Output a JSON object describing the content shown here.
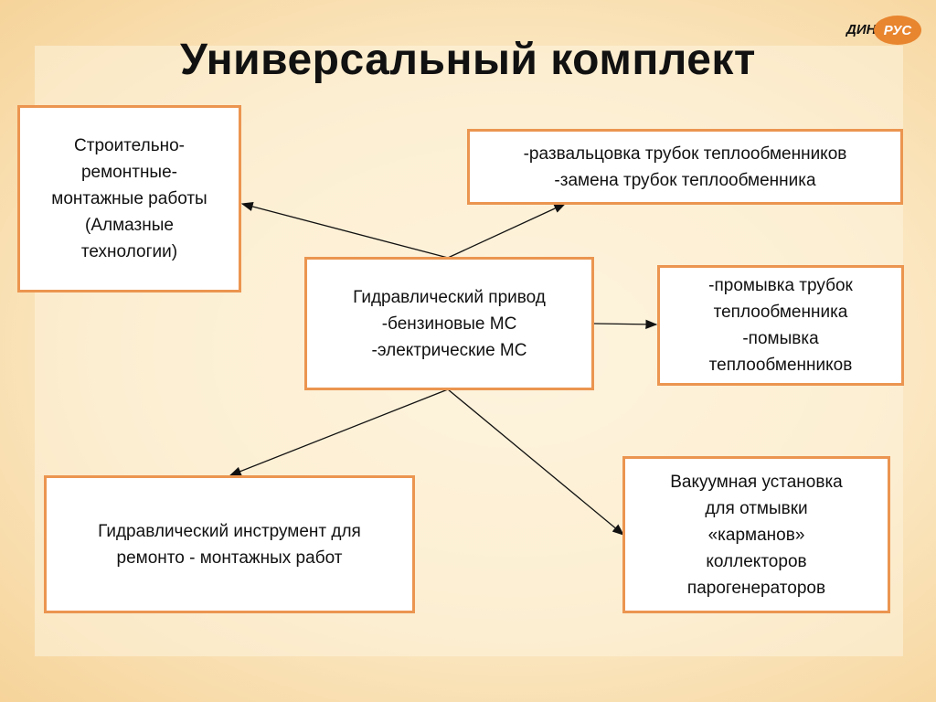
{
  "title": "Универсальный комплект",
  "logo": {
    "left_text": "ДИН",
    "right_text": "РУС",
    "accent": "#e8852f"
  },
  "colors": {
    "box_border": "#eb9550",
    "box_fill": "#ffffff",
    "arrow": "#111111"
  },
  "boxes": {
    "center": {
      "lines": [
        "Гидравлический привод",
        "-бензиновые МС",
        "-электрические МС"
      ]
    },
    "top_left": {
      "lines": [
        "Строительно-",
        "ремонтные-",
        "монтажные работы",
        "(Алмазные",
        "технологии)"
      ]
    },
    "top_right": {
      "lines": [
        "-развальцовка трубок теплообменников",
        "-замена трубок теплообменника"
      ]
    },
    "middle_right": {
      "lines": [
        "-промывка трубок",
        "теплообменника",
        "-помывка",
        "теплообменников"
      ]
    },
    "bottom_left": {
      "lines": [
        "Гидравлический инструмент для",
        "ремонто - монтажных работ"
      ]
    },
    "bottom_right": {
      "lines": [
        "Вакуумная установка",
        "для отмывки",
        "«карманов»",
        "коллекторов",
        "парогенераторов"
      ]
    }
  }
}
